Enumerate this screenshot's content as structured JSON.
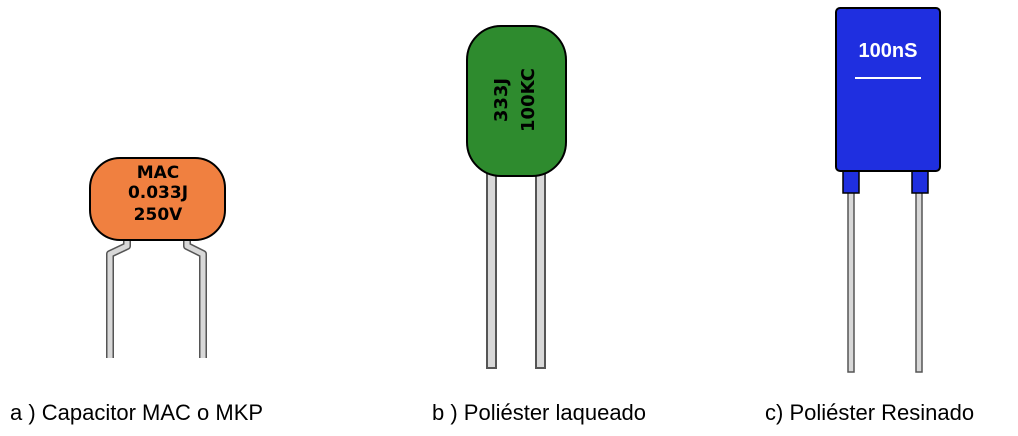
{
  "components": [
    {
      "id": "mac",
      "caption": "a ) Capacitor MAC o MKP",
      "marking": [
        "MAC",
        "0.033J",
        "250V"
      ],
      "body_color": "#F08040"
    },
    {
      "id": "lacquered",
      "caption": "b ) Poliéster laqueado",
      "marking": [
        "333J",
        "100KC"
      ],
      "body_color": "#2E8B2E"
    },
    {
      "id": "resin",
      "caption": "c) Poliéster Resinado",
      "marking": [
        "100nS"
      ],
      "body_color": "#1F2FE0"
    }
  ]
}
